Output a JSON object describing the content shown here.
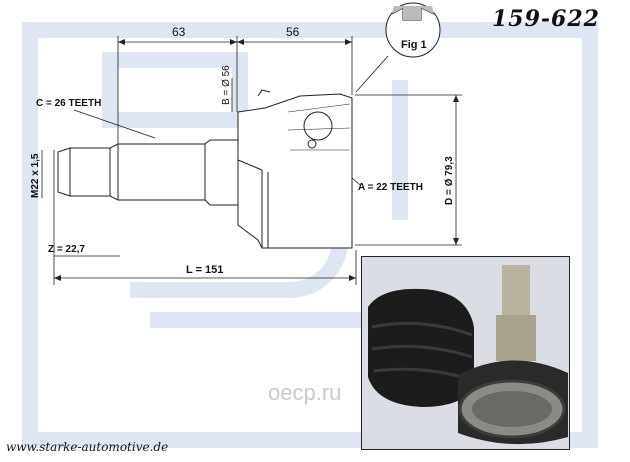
{
  "part_number": "159-622",
  "website": "www.starke-automotive.de",
  "watermark": "oecp.ru",
  "fig_label": "Fig 1",
  "dimensions": {
    "d63": "63",
    "d56": "56",
    "b": "B = Ø 56",
    "c": "C = 26 TEETH",
    "m": "M22 x 1,5",
    "a": "A = 22 TEETH",
    "d": "D = Ø 79,3",
    "z": "Z = 22,7",
    "l": "L = 151"
  },
  "colors": {
    "watermark_blue": "#dde6f2",
    "line": "#222222",
    "boot_black": "#1c1c1c"
  }
}
